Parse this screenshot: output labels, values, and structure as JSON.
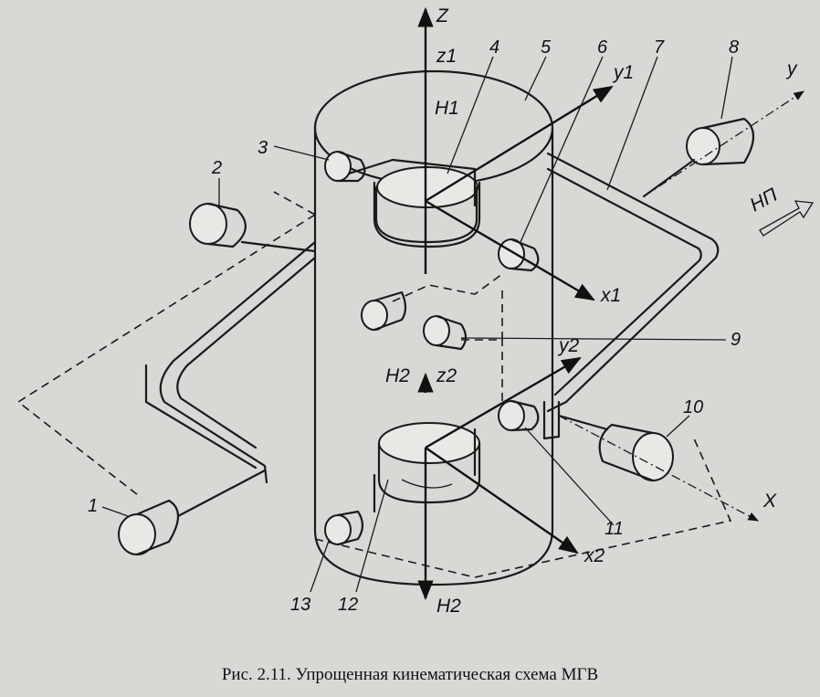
{
  "caption": "Рис. 2.11. Упрощенная кинематическая схема МГВ",
  "axis_labels": {
    "Z": "Z",
    "z1": "z1",
    "H1": "H1",
    "y1": "y1",
    "x1": "x1",
    "y": "y",
    "X": "X",
    "H2_up": "H2",
    "z2": "z2",
    "y2": "y2",
    "x2": "x2",
    "H2_down": "H2"
  },
  "np_label": "НП",
  "callouts": [
    "1",
    "2",
    "3",
    "4",
    "5",
    "6",
    "7",
    "8",
    "9",
    "10",
    "11",
    "12",
    "13"
  ]
}
